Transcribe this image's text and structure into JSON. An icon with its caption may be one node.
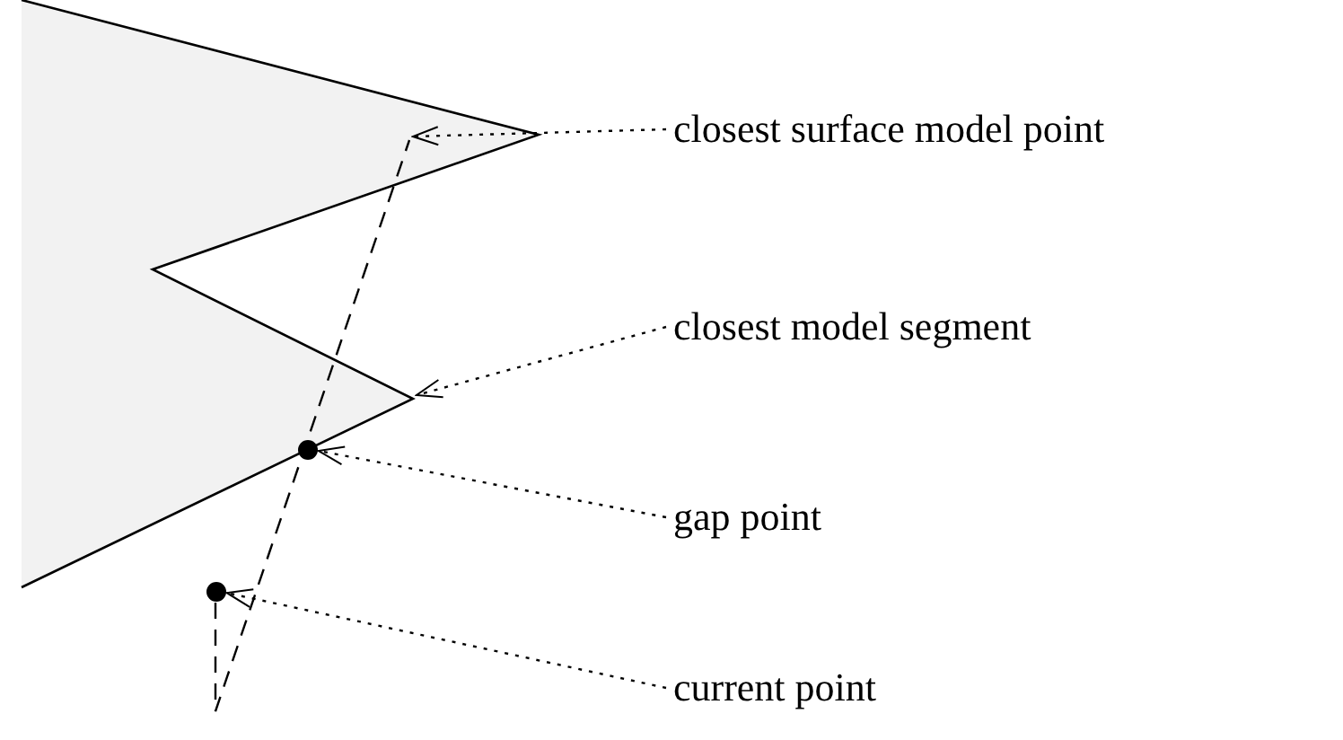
{
  "diagram": {
    "nodes": [
      {
        "text": [
          "closest surface model point"
        ]
      },
      {
        "text": [
          "closest model segment"
        ]
      },
      {
        "text": [
          "gap point"
        ]
      },
      {
        "text": [
          "current point"
        ]
      },
      {
        "text": [],
        "shape": "circle"
      },
      {
        "text": [],
        "shape": "circle"
      }
    ],
    "edges": [
      {
        "from": 0,
        "to": null,
        "arrow": "to"
      },
      {
        "from": 1,
        "to": null,
        "arrow": "to"
      },
      {
        "from": 2,
        "to": 4,
        "arrow": "to"
      },
      {
        "from": 3,
        "to": 5,
        "arrow": "to"
      },
      {
        "from": 5,
        "to": null,
        "arrow": "none",
        "style": "dashed"
      }
    ]
  }
}
